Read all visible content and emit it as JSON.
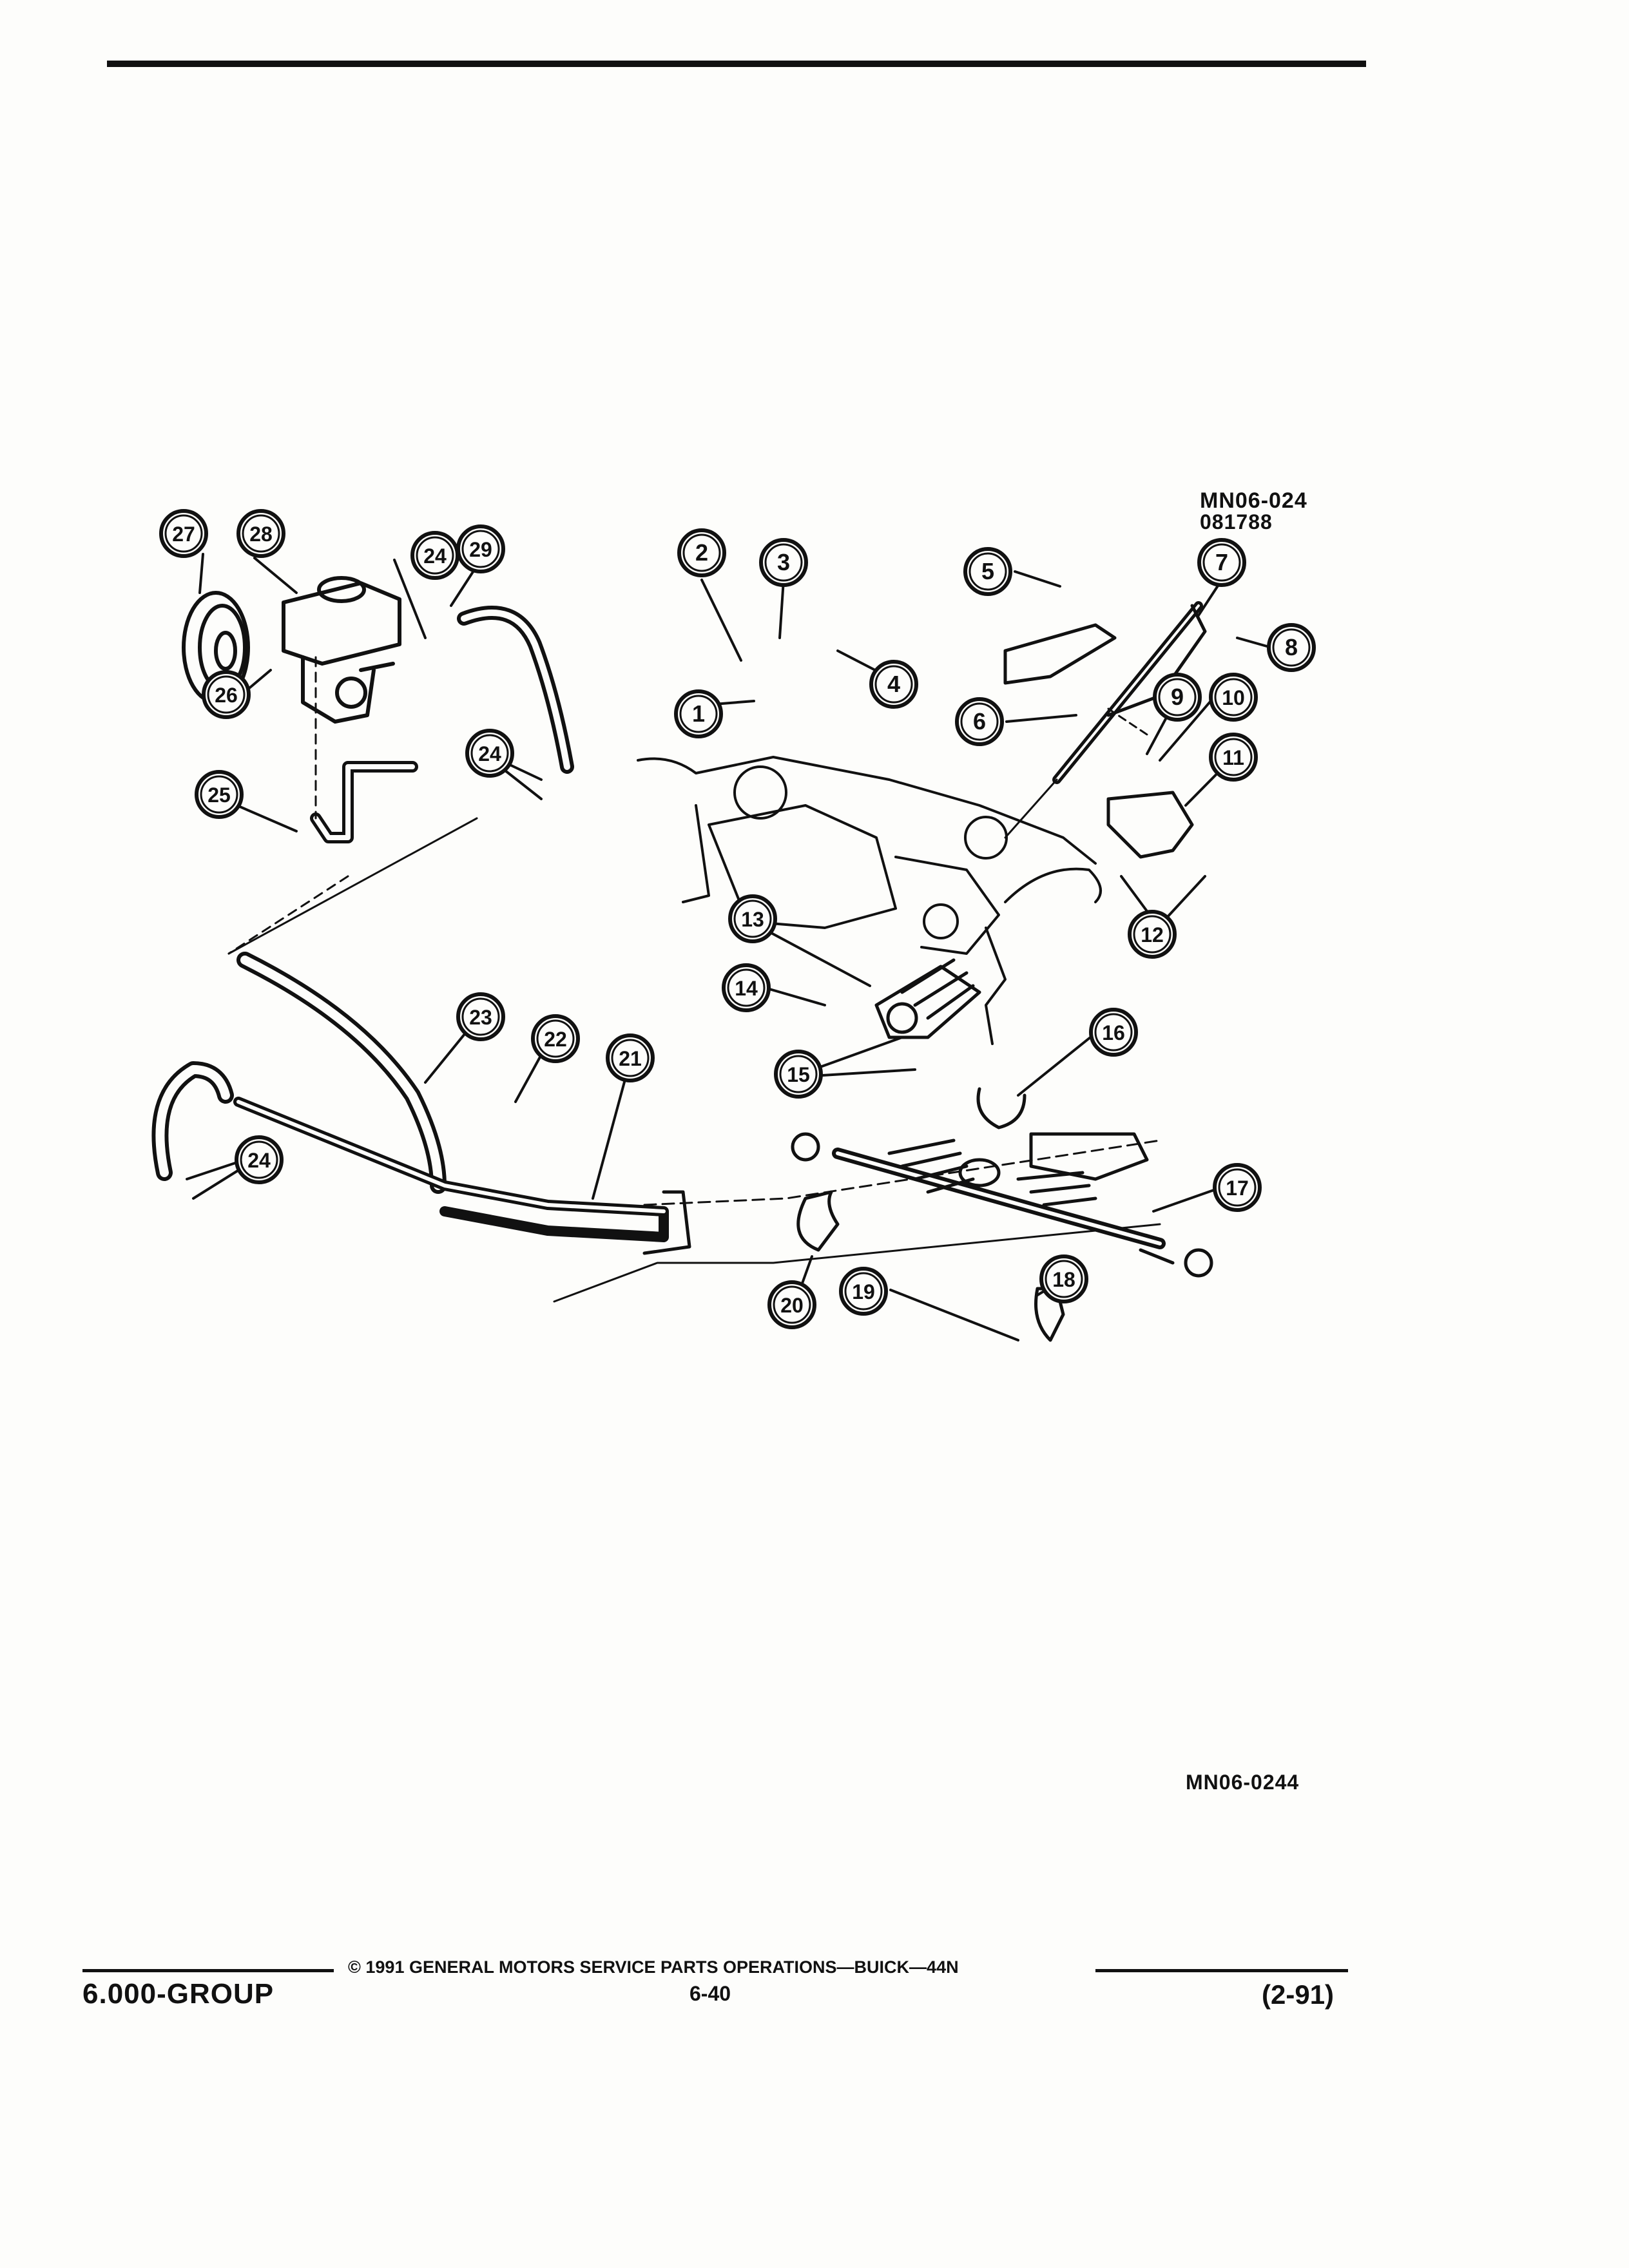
{
  "header": {
    "figure_code": "MN06-024",
    "date_code": "081788"
  },
  "callouts": [
    "1",
    "2",
    "3",
    "4",
    "5",
    "6",
    "7",
    "8",
    "9",
    "10",
    "11",
    "12",
    "13",
    "14",
    "15",
    "16",
    "17",
    "18",
    "19",
    "20",
    "21",
    "22",
    "23",
    "24",
    "24",
    "24",
    "25",
    "26",
    "27",
    "28",
    "29"
  ],
  "figure_footer_code": "MN06-0244",
  "footer": {
    "group": "6.000-GROUP",
    "copyright": "© 1991 GENERAL MOTORS SERVICE PARTS OPERATIONS—BUICK—44N",
    "page": "6-40",
    "revision": "(2-91)"
  }
}
